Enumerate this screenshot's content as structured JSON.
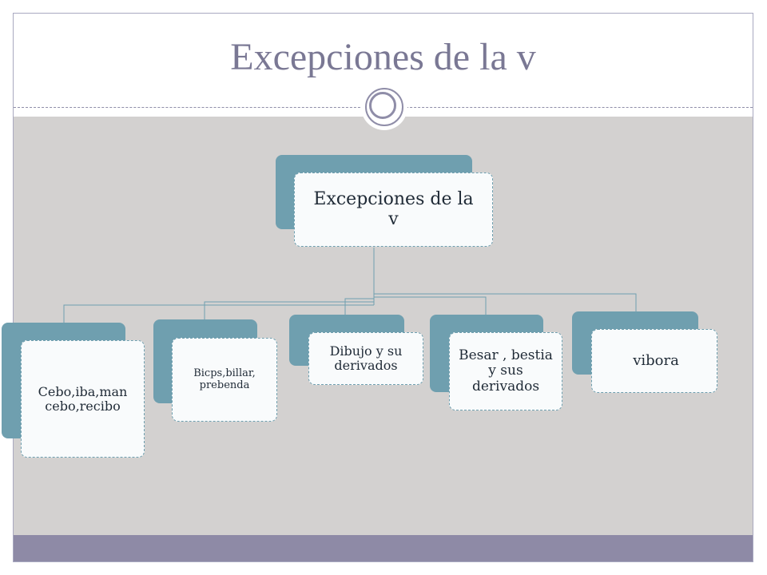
{
  "title": "Excepciones de la v",
  "diagram": {
    "root": {
      "label": "Excepciones de la v"
    },
    "children": [
      {
        "label": "Cebo,iba,man cebo,recibo"
      },
      {
        "label": "Bicps,billar, prebenda"
      },
      {
        "label": "Dibujo y su derivados"
      },
      {
        "label": "Besar , bestia y sus derivados"
      },
      {
        "label": "vibora"
      }
    ]
  },
  "colors": {
    "title": "#7a7894",
    "node_back": "#6f9faf",
    "node_front": "#f9fbfc",
    "content_bg": "#d3d1d0",
    "footer": "#8e8aa6"
  }
}
